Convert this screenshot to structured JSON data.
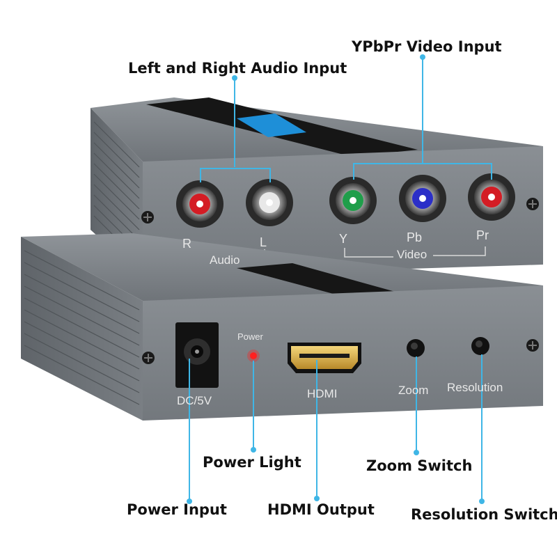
{
  "callouts": {
    "audio_input": "Left and Right Audio Input",
    "video_input": "YPbPr Video Input",
    "power_light": "Power Light",
    "zoom_switch": "Zoom Switch",
    "power_input": "Power Input",
    "hdmi_output": "HDMI Output",
    "resolution_switch": "Resolution Switch"
  },
  "top_panel": {
    "r": "R",
    "l": "L",
    "audio": "Audio",
    "y": "Y",
    "pb": "Pb",
    "pr": "Pr",
    "video": "Video"
  },
  "bottom_panel": {
    "power": "Power",
    "dc": "DC/5V",
    "hdmi": "HDMI",
    "zoom": "Zoom",
    "resolution": "Resolution"
  },
  "colors": {
    "leader_line": "#3fb6e6",
    "body": "#6d7277",
    "face": "#7c8186",
    "red_jack": "#d41c24",
    "white_jack": "#e8e8e8",
    "green_jack": "#1f9e4a",
    "blue_jack": "#2b2fc8",
    "power_led": "#ff2020"
  }
}
